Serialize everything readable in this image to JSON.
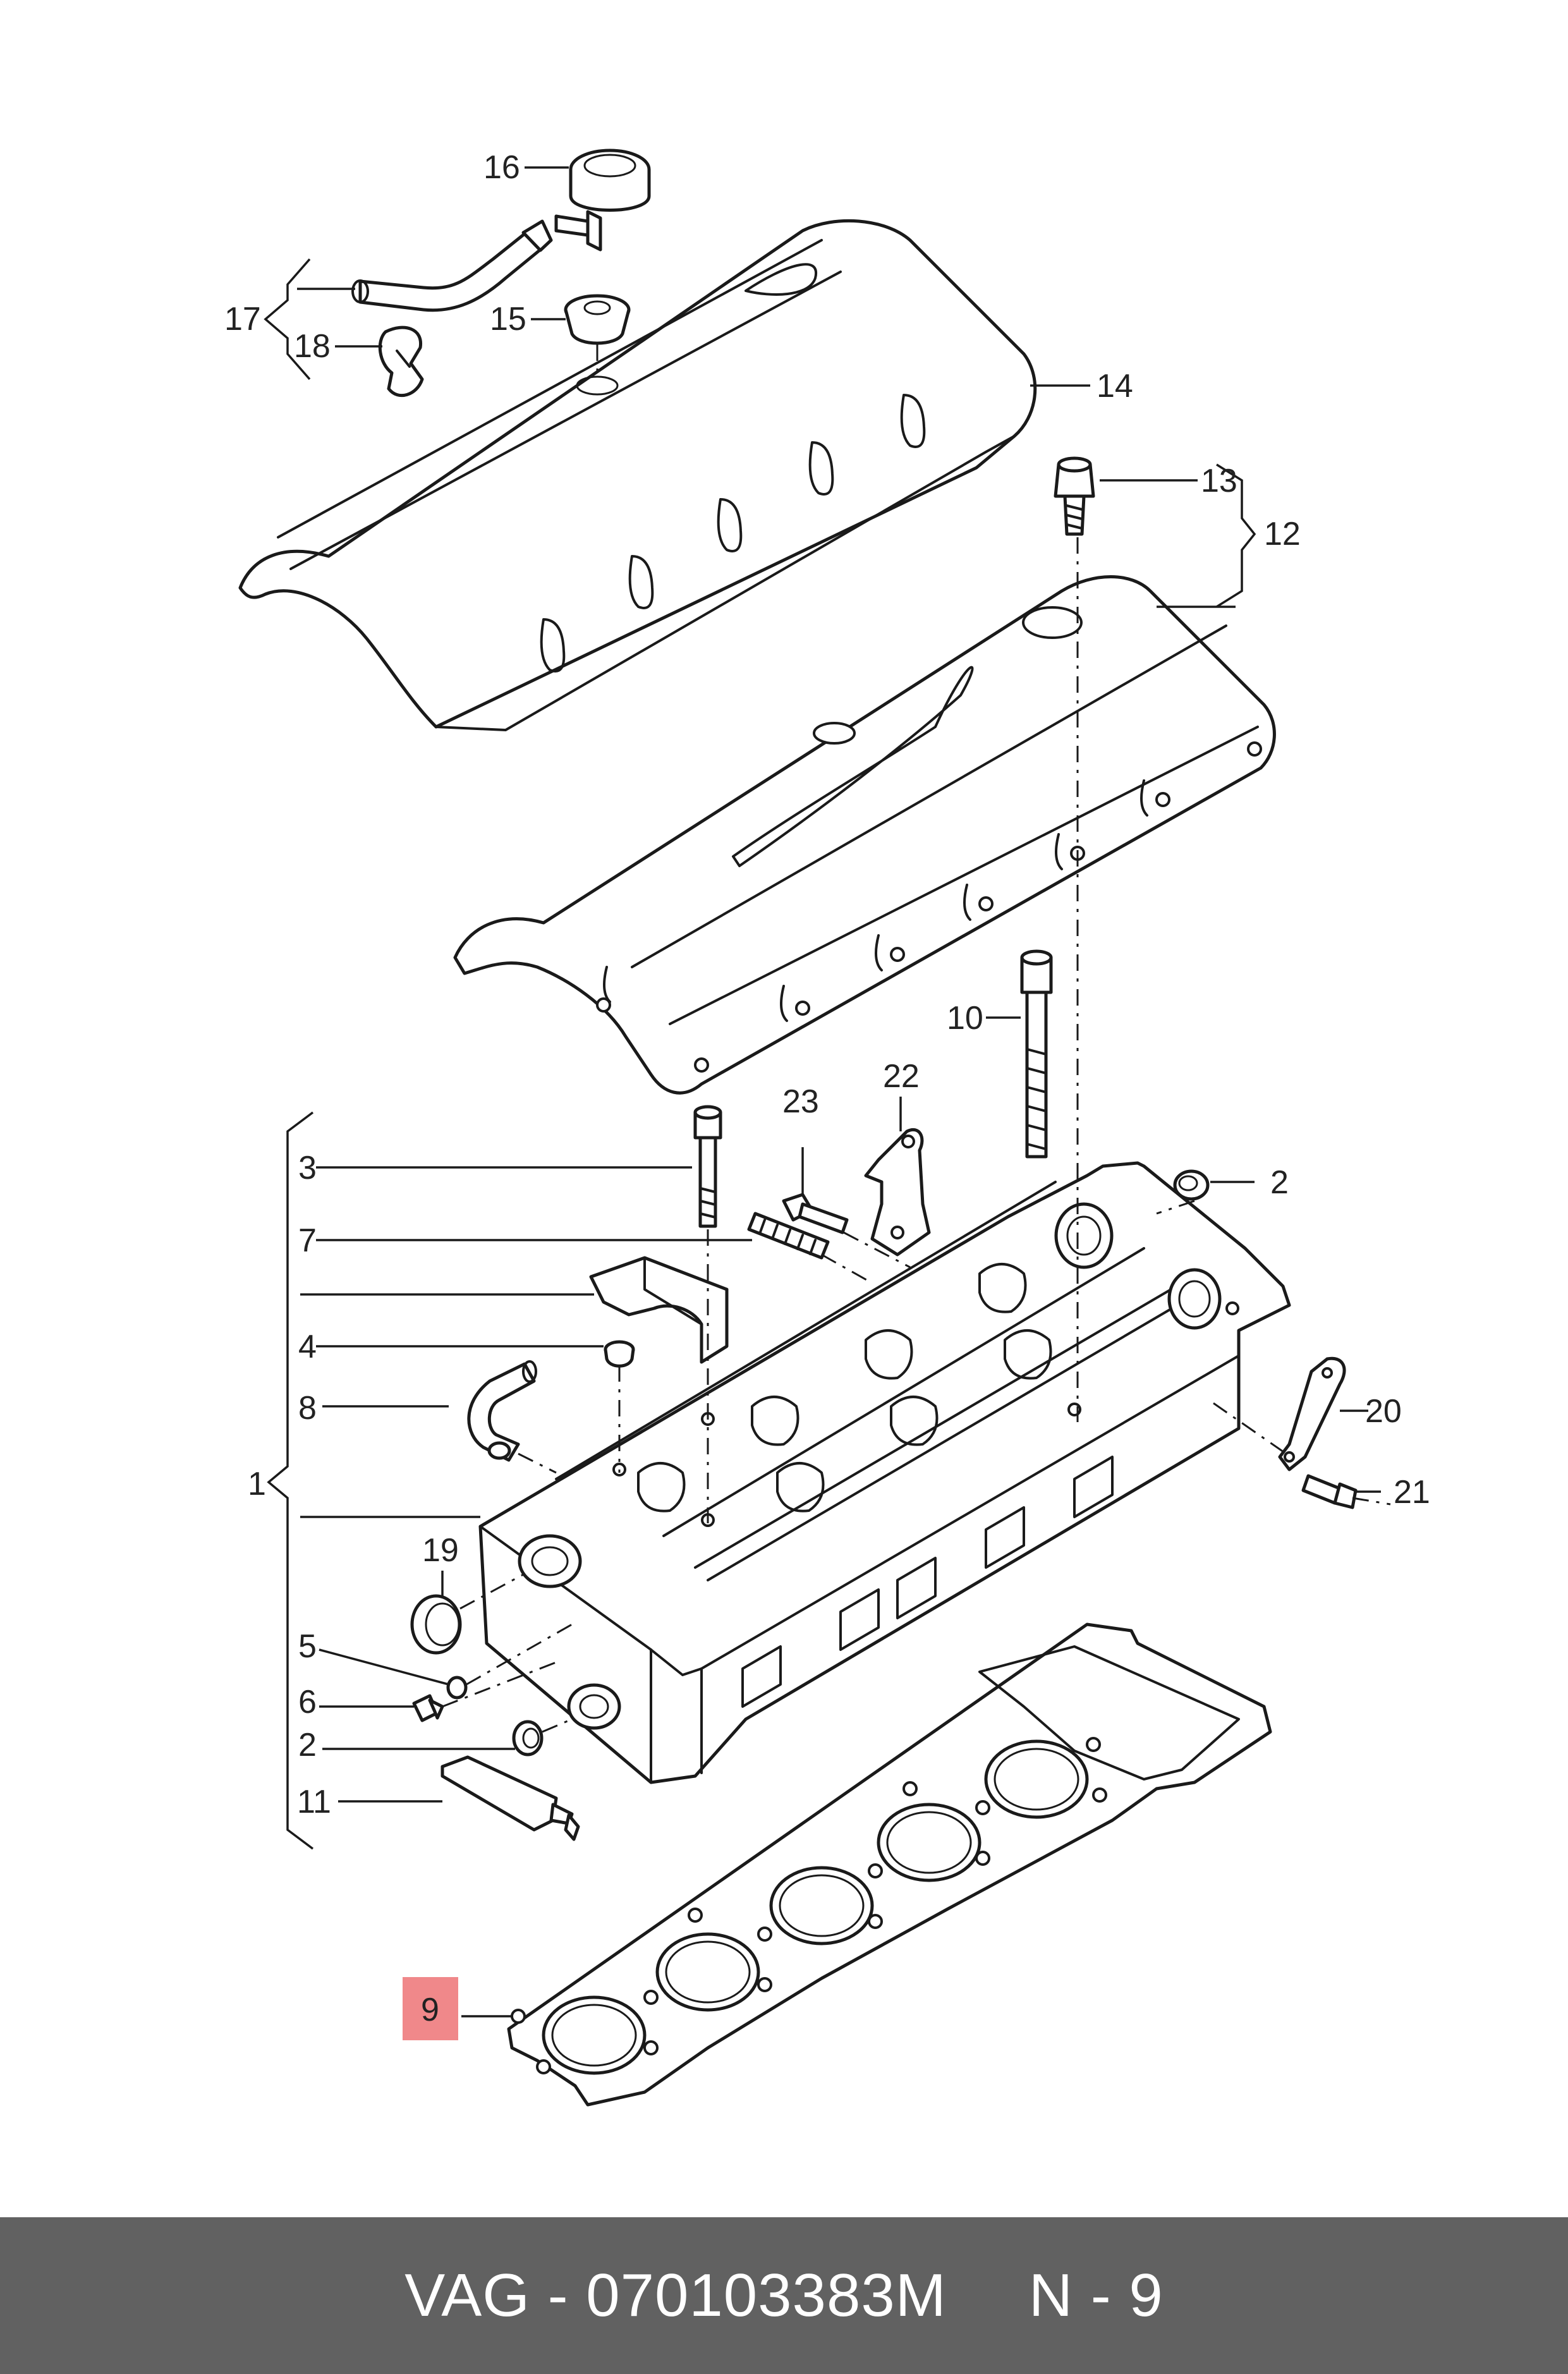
{
  "callouts": {
    "c16": "16",
    "c17": "17",
    "c18": "18",
    "c15": "15",
    "c14": "14",
    "c13": "13",
    "c12": "12",
    "c10": "10",
    "c23": "23",
    "c22": "22",
    "c3": "3",
    "c7": "7",
    "c4": "4",
    "c8": "8",
    "c1": "1",
    "c19": "19",
    "c5": "5",
    "c6": "6",
    "c2a": "2",
    "c2b": "2",
    "c11": "11",
    "c20": "20",
    "c21": "21",
    "c9": "9"
  },
  "highlight": {
    "callout": "9",
    "color": "#f0888a"
  },
  "colors": {
    "footer_background": "#616161",
    "footer_text": "#ffffff",
    "line": "#1a1a1a"
  },
  "footer": {
    "part_label": "VAG - 070103383M",
    "position_label": "N - 9"
  }
}
